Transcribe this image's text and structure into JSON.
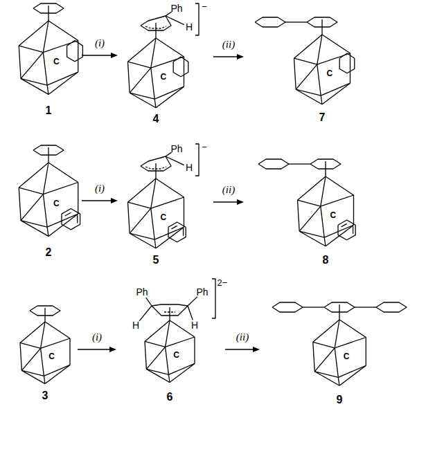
{
  "diagram": {
    "labels": [
      "C",
      "1",
      "(i)",
      "Ph",
      "H",
      "−",
      "C",
      "4",
      "(ii)",
      "C",
      "7",
      "C",
      "2",
      "(i)",
      "Ph",
      "H",
      "−",
      "C",
      "5",
      "(ii)",
      "C",
      "8",
      "Ph",
      "Ph",
      "2−",
      "H",
      "H",
      "C",
      "3",
      "(i)",
      "C",
      "6",
      "(ii)",
      "C",
      "9"
    ]
  }
}
